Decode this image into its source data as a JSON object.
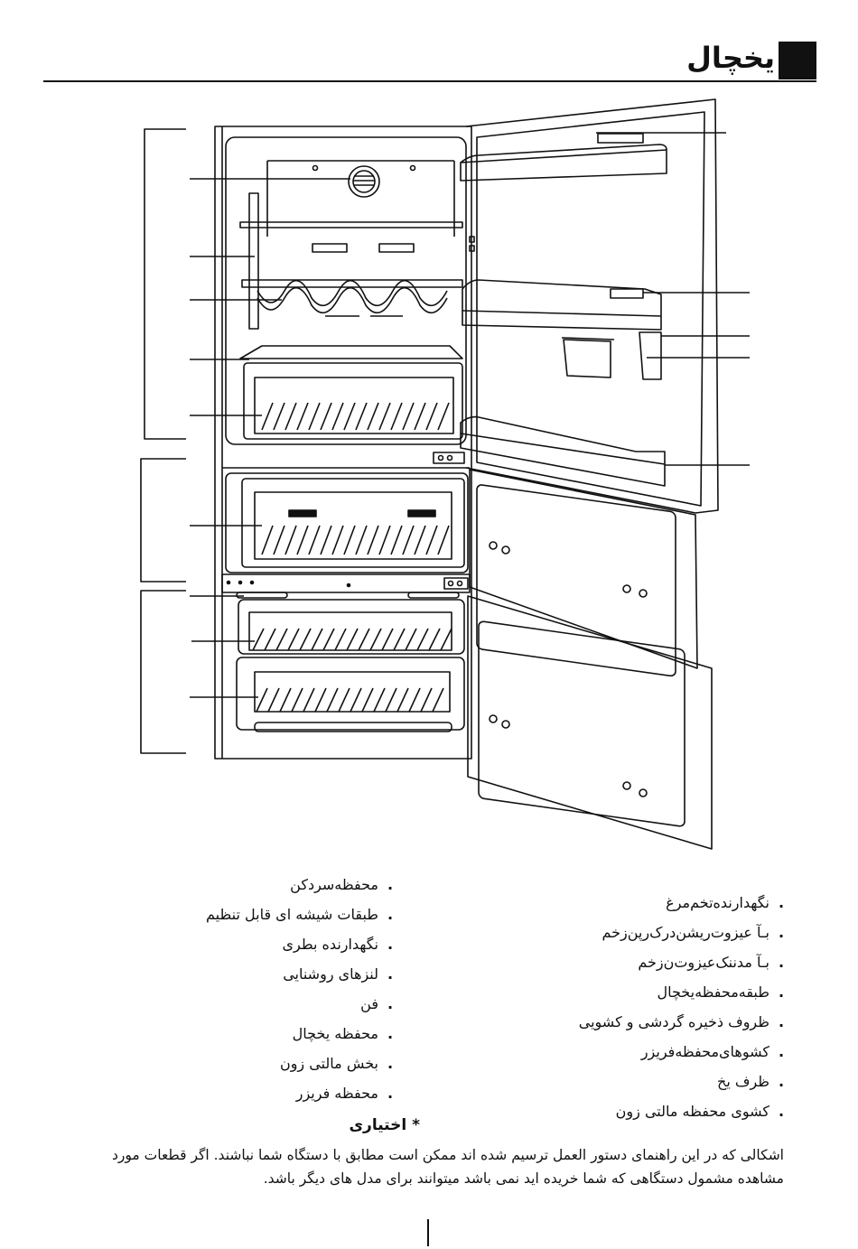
{
  "header": {
    "title": "یخچال"
  },
  "legend_left": [
    "محفظه‌سردکن",
    "طبقات شیشه ای قابل تنظیم",
    "نگهدارنده بطری",
    "لنزهای روشنایی",
    "فن",
    "محفظه یخچال",
    "بخش مالتی زون",
    "محفظه فریزر"
  ],
  "legend_right": [
    "نگهدارنده‌تخم‌مرغ",
    "بـآ عیزوت‌ریشن‌درک‌رپن‌زخم",
    "بـآ مدننک‌عیزوت‌ن‌زخم",
    "طبقه‌محفظه‌یخچال",
    "ظروف ذخیره گردشی و کشویی",
    "کشوهای‌محفظه‌فریزر",
    "ظرف یخ",
    "کشوی محفظه مالتی زون"
  ],
  "bullet": ".",
  "optional_note": "* اختیاری",
  "footnote": "اشکالی که در این راهنمای دستور العمل ترسیم شده اند ممکن است مطابق با دستگاه شما نباشند.   اگر قطعات مورد مشاهده مشمول دستگاهی که شما خریده اید نمی باشد میتوانند برای مدل های دیگر باشد."
}
